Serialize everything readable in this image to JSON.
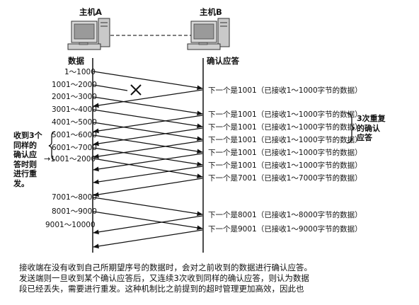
{
  "hosts": {
    "a": "主机A",
    "b": "主机B"
  },
  "column_titles": {
    "left": "数据",
    "right": "确认应答"
  },
  "sent_segments": [
    "1～1000",
    "1001～2000",
    "2001～3000",
    "3001～4000",
    "4001～5000",
    "5001～6000",
    "6001～7000",
    "1001～2000",
    "7001～8000",
    "8001～9000",
    "9001～10000"
  ],
  "acks": [
    "下一个是1001（已接收1～1000字节的数据）",
    "下一个是1001（已接收1～1000字节的数据）",
    "下一个是1001（已接收1～1000字节的数据）",
    "下一个是1001（已接收1～1000字节的数据）",
    "下一个是1001（已接收1～1000字节的数据）",
    "下一个是1001（已接收1～1000字节的数据）",
    "下一个是7001（已接收1～7000字节的数据）",
    "下一个是8001（已接收1～8000字节的数据）",
    "下一个是9001（已接收1～9000字节的数据）"
  ],
  "right_note": [
    "3次重复",
    "的确认",
    "应答"
  ],
  "left_note": [
    "收到3个",
    "同样的",
    "确认应",
    "答时则",
    "进行重",
    "发。"
  ],
  "caption": [
    "接收端在没有收到自己所期望序号的数据时，会对之前收到的数据进行确认应答。",
    "发送端则一旦收到某个确认应答后，又连续3次收到同样的确认应答，则认为数据",
    "段已经丢失，需要进行重发。这种机制比之前提到的超时管理更加高效，因此也"
  ],
  "colors": {
    "line": "#111111",
    "lost_mark": "#111111"
  }
}
